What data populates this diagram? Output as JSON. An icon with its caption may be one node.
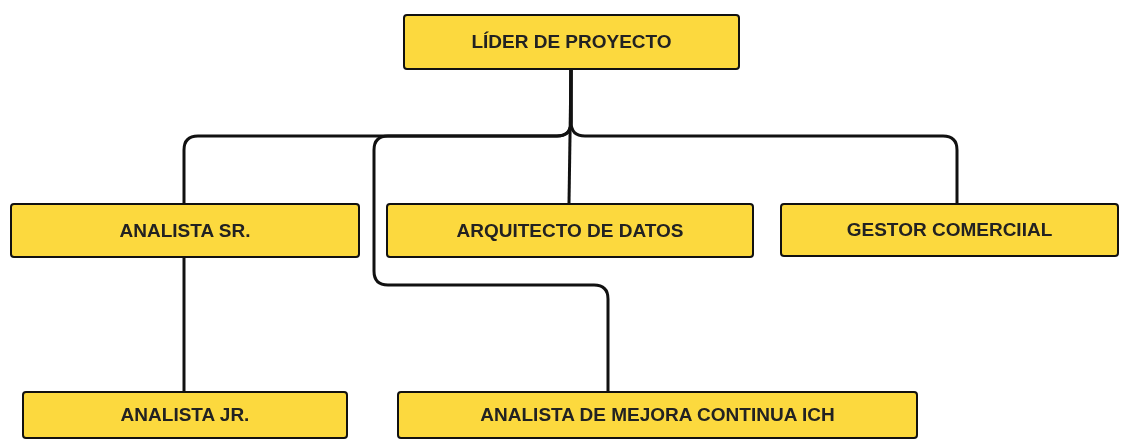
{
  "diagram": {
    "nodes": [
      {
        "text": [
          "LÍDER DE PROYECTO"
        ]
      },
      {
        "text": [
          "ANALISTA SR."
        ]
      },
      {
        "text": [
          "ARQUITECTO DE DATOS"
        ]
      },
      {
        "text": [
          "GESTOR COMERCIIAL"
        ]
      },
      {
        "text": [
          "ANALISTA JR."
        ]
      },
      {
        "text": [
          "ANALISTA DE MEJORA CONTINUA ICH"
        ]
      }
    ],
    "edges": [
      {
        "from": 0,
        "to": 1,
        "arrow": "none"
      },
      {
        "from": 0,
        "to": 2,
        "arrow": "none"
      },
      {
        "from": 0,
        "to": 3,
        "arrow": "none"
      },
      {
        "from": 0,
        "to": 5,
        "arrow": "none"
      },
      {
        "from": 1,
        "to": 4,
        "arrow": "none"
      }
    ]
  }
}
